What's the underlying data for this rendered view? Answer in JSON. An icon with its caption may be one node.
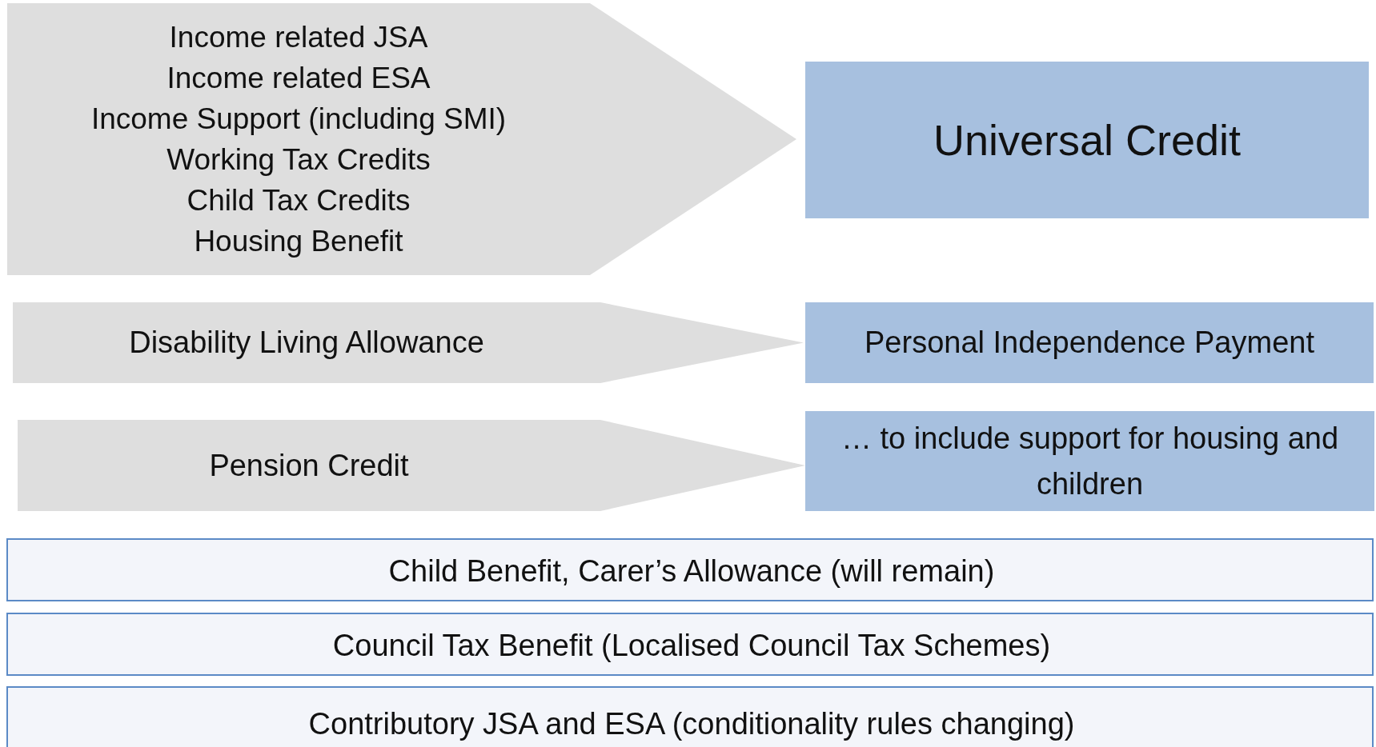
{
  "diagram": {
    "nodes": [
      {
        "text": [
          "Income related JSA",
          "Income related ESA",
          "Income Support (including SMI)",
          "Working Tax Credits",
          "Child Tax Credits",
          "Housing Benefit"
        ]
      },
      {
        "text": [
          "Universal Credit"
        ]
      },
      {
        "text": [
          "Disability Living Allowance"
        ]
      },
      {
        "text": [
          "Personal Independence Payment"
        ]
      },
      {
        "text": [
          "Pension Credit"
        ]
      },
      {
        "text": [
          "… to include support for housing and children"
        ]
      },
      {
        "text": [
          "Child Benefit, Carer’s Allowance (will remain)"
        ]
      },
      {
        "text": [
          "Council Tax Benefit (Localised Council Tax Schemes)"
        ]
      },
      {
        "text": [
          "Contributory JSA and ESA (conditionality rules changing)"
        ]
      }
    ]
  }
}
